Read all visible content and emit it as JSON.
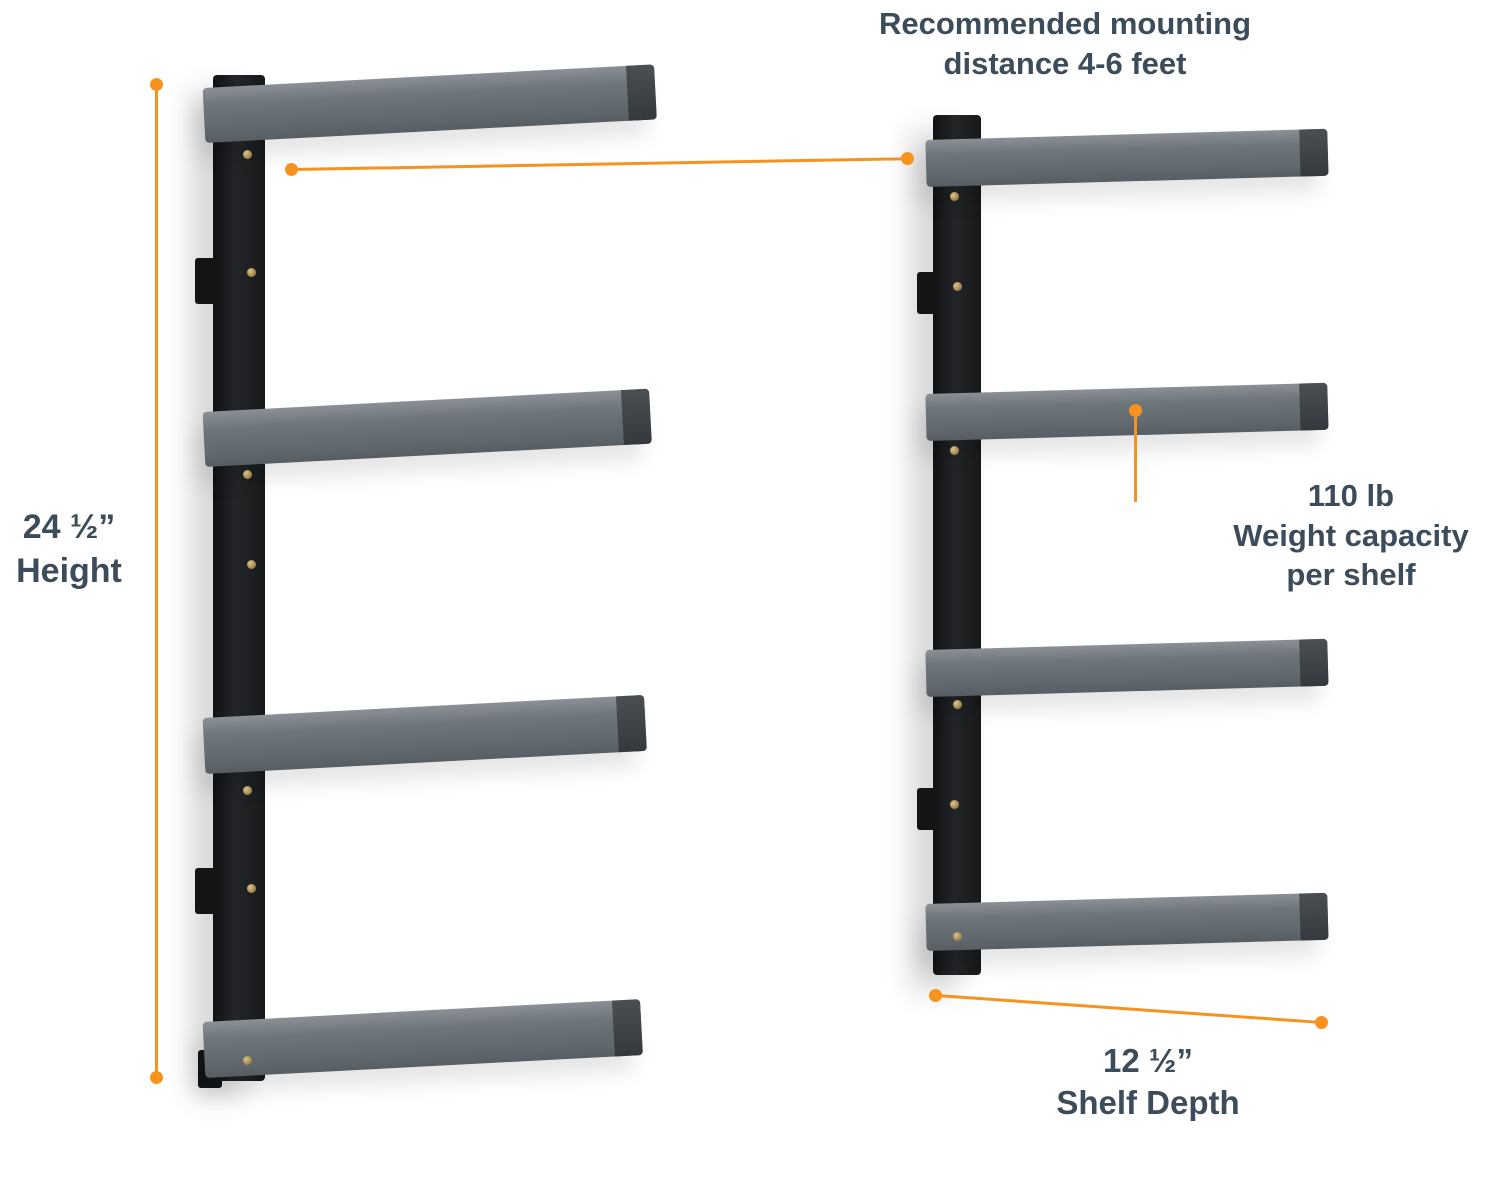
{
  "colors": {
    "accent": "#F6921E",
    "text": "#3D4C5A",
    "shelf_gray": "#6E757B",
    "rail_black": "#17181A"
  },
  "annotations": {
    "mounting": {
      "line1": "Recommended mounting",
      "line2": "distance 4-6 feet"
    },
    "height": {
      "value": "24 ½”",
      "label": "Height"
    },
    "weight": {
      "value": "110 lb",
      "line1": "Weight capacity",
      "line2": "per shelf"
    },
    "depth": {
      "value": "12 ½”",
      "label": "Shelf Depth"
    }
  }
}
